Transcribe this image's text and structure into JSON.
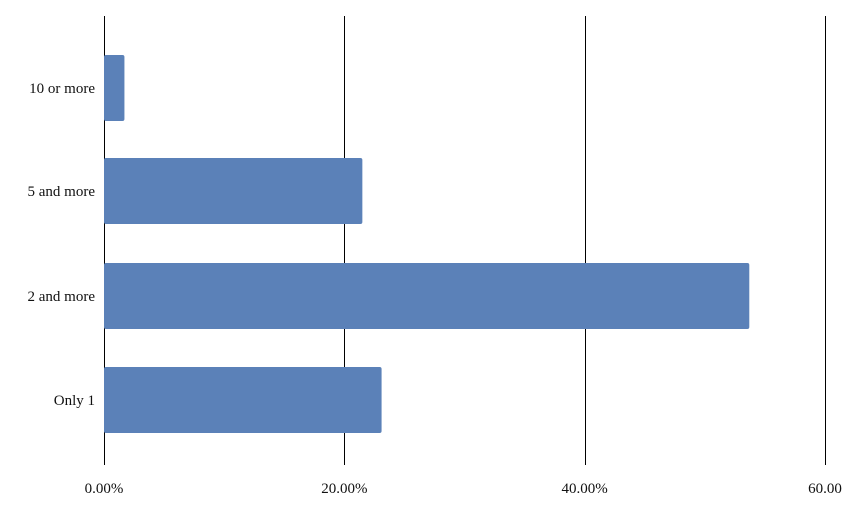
{
  "chart_data": {
    "type": "bar",
    "orientation": "horizontal",
    "title": "",
    "xlabel": "",
    "ylabel": "",
    "categories": [
      "10 or more",
      "5 and more",
      "2 and more",
      "Only 1"
    ],
    "values": [
      1.7,
      21.5,
      53.7,
      23.1
    ],
    "xlim": [
      0,
      60
    ],
    "x_ticks": [
      0,
      20,
      40,
      60
    ],
    "x_tick_labels": [
      "0.00%",
      "20.00%",
      "40.00%",
      "60.00"
    ],
    "grid": "vertical",
    "legend": "none",
    "bar_color": "#5B81B8"
  }
}
